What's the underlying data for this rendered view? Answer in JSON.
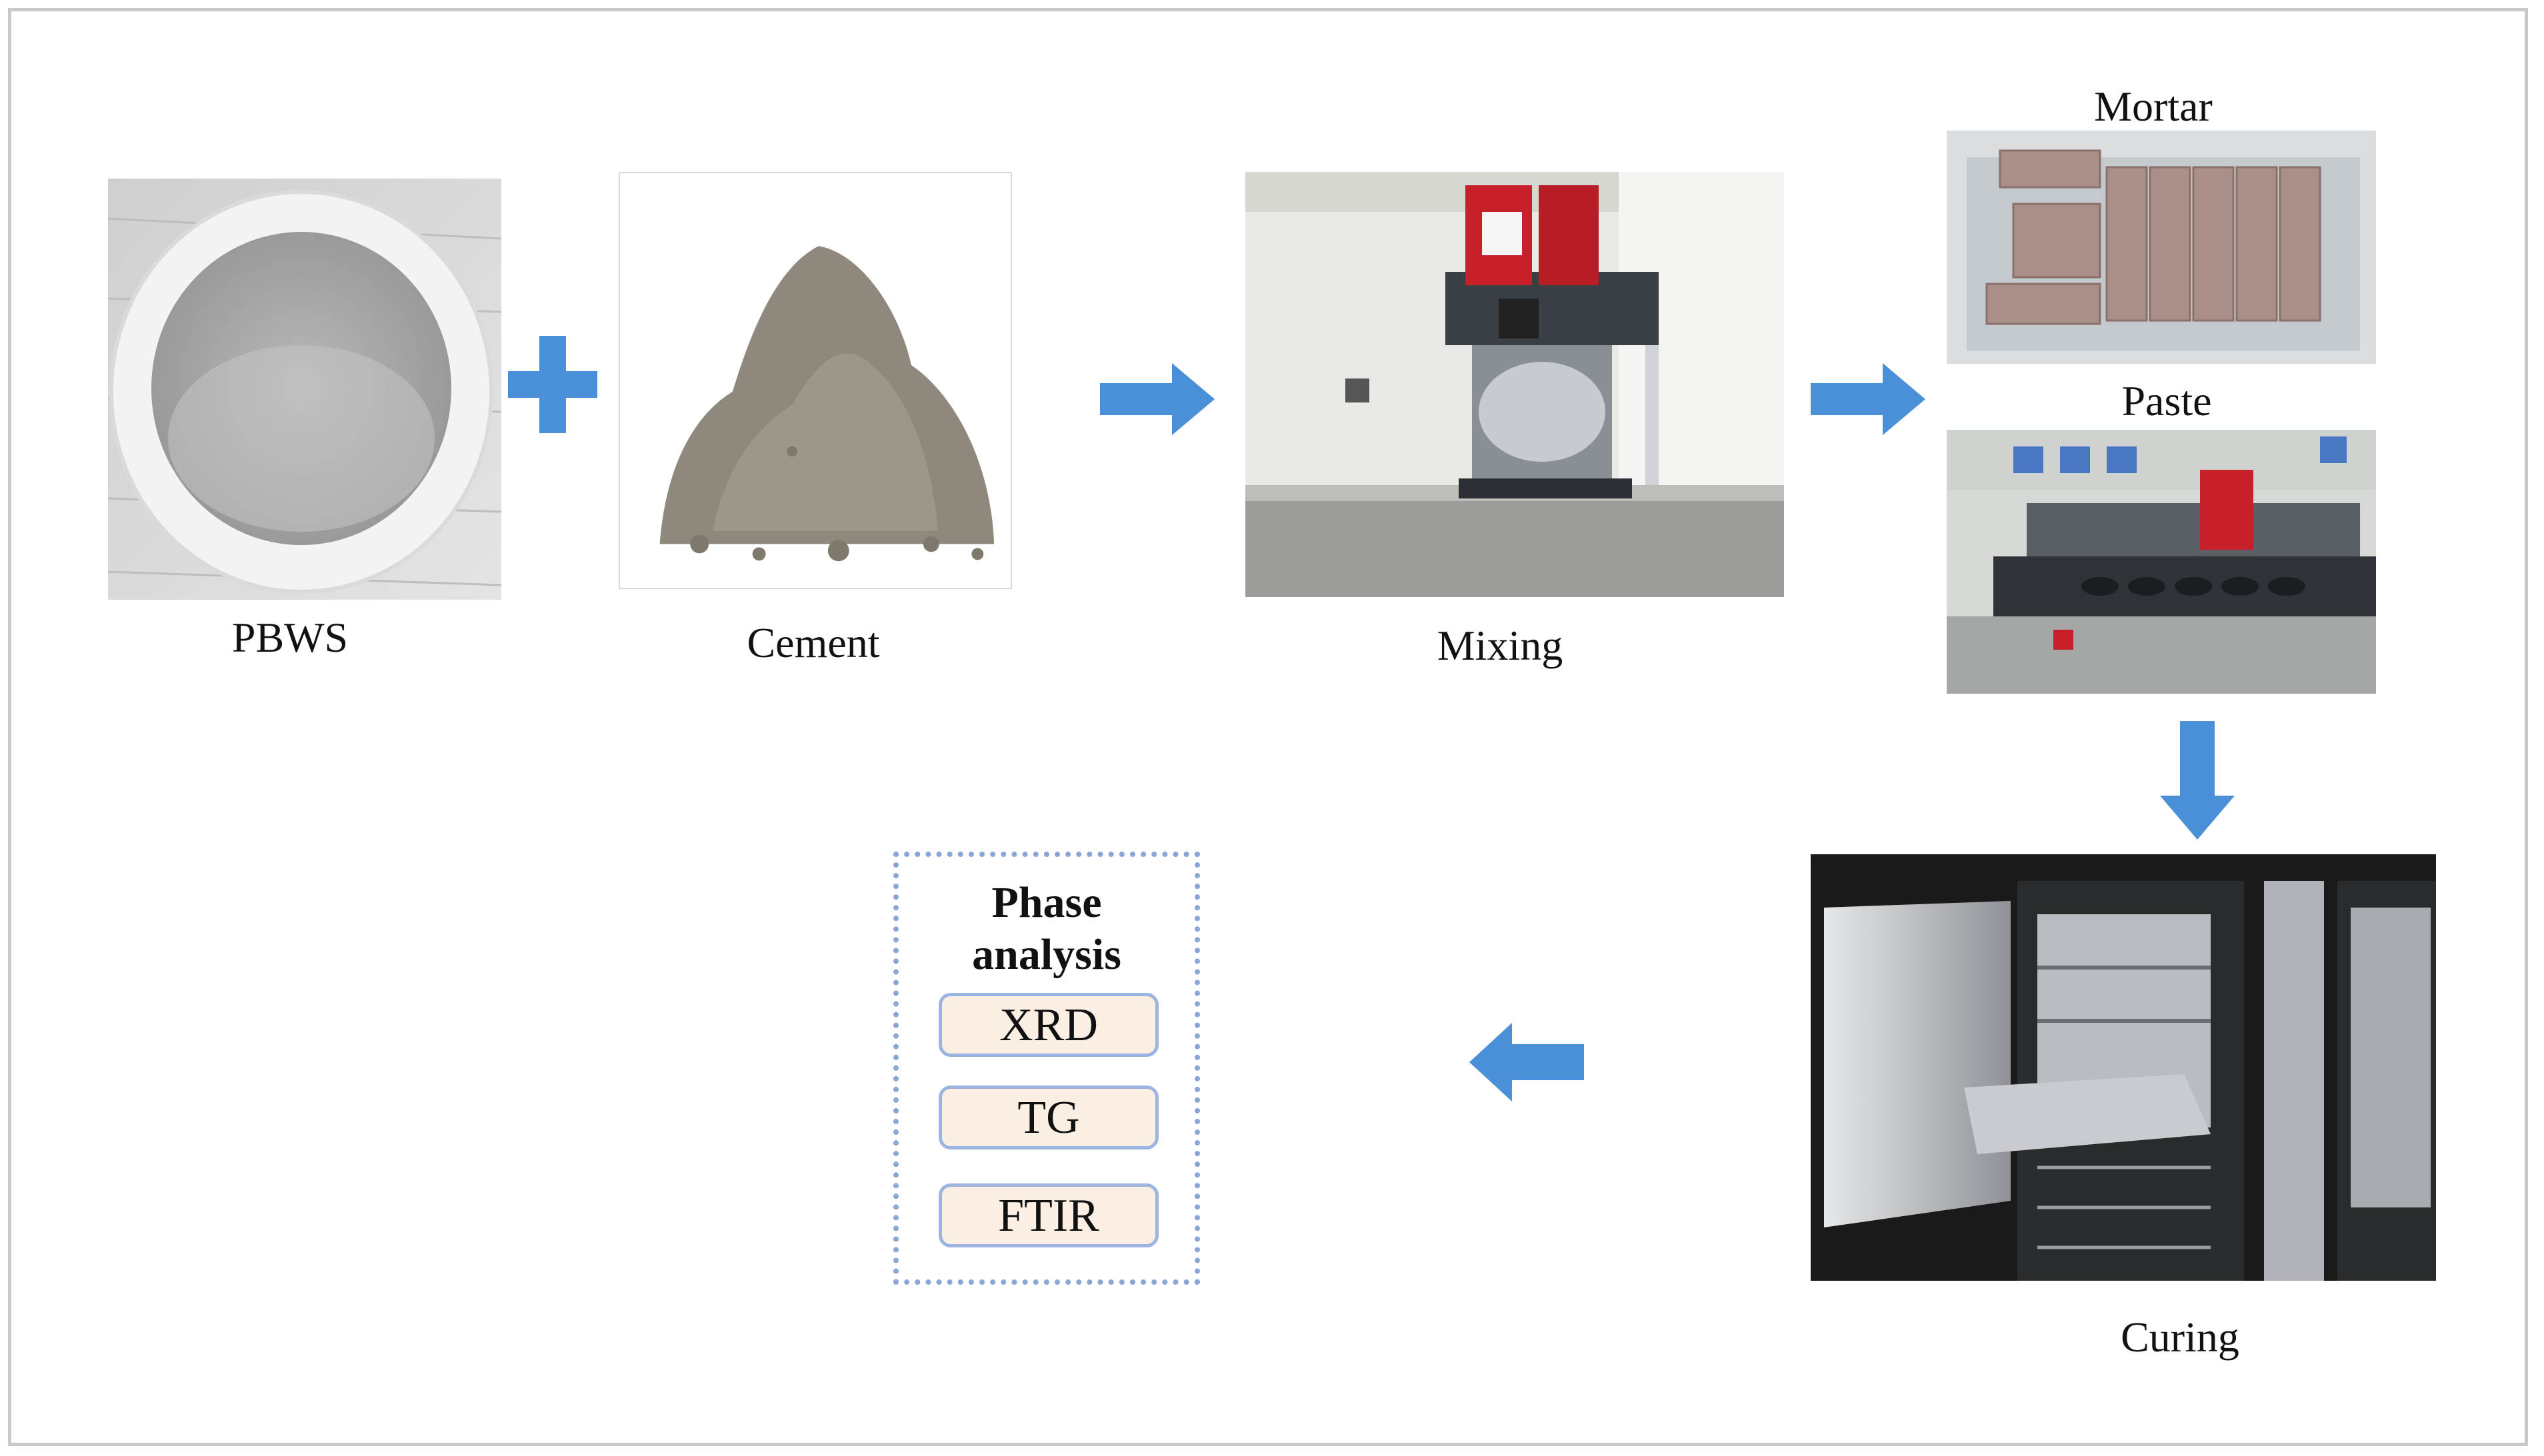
{
  "figure": {
    "steps": {
      "pbws": "PBWS",
      "cement": "Cement",
      "mixing": "Mixing",
      "mortar": "Mortar",
      "paste": "Paste",
      "curing": "Curing"
    },
    "analysis": {
      "title_line1": "Phase",
      "title_line2": "analysis",
      "methods": [
        "XRD",
        "TG",
        "FTIR"
      ]
    }
  },
  "colors": {
    "arrow": "#4a90d9",
    "panel_border": "#8aa6d6",
    "method_fill": "#fbeee2",
    "method_border": "#9bb4e2"
  }
}
